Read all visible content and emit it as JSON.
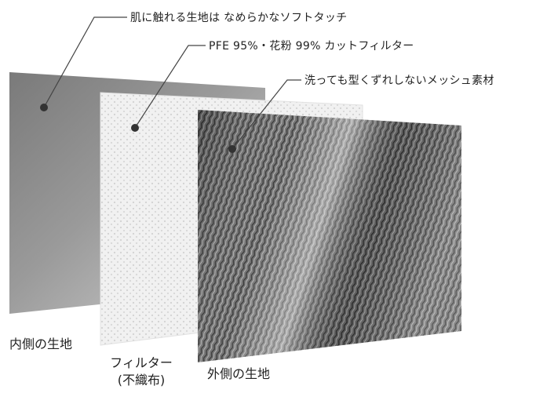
{
  "callouts": {
    "inner": "肌に触れる生地は なめらかなソフトタッチ",
    "filter": "PFE 95%・花粉 99% カットフィルター",
    "outer": "洗っても型くずれしないメッシュ素材"
  },
  "layers": {
    "inner_label": "内側の生地",
    "filter_label_line1": "フィルター",
    "filter_label_line2": "(不織布)",
    "outer_label": "外側の生地"
  },
  "colors": {
    "inner_fabric": "#8c8c8c",
    "filter_fabric": "#ececec",
    "outer_fabric": "#5a5a5a",
    "leader_line": "#444444",
    "text": "#222222"
  }
}
